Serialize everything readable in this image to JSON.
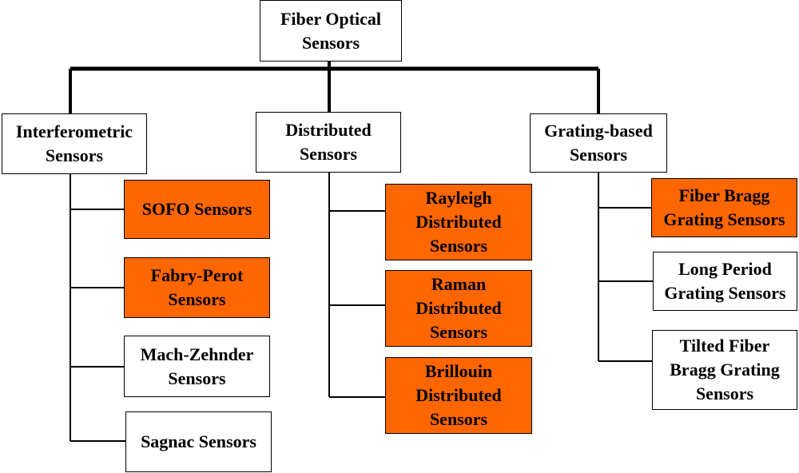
{
  "colors": {
    "highlight": "#ff6600",
    "plain": "#ffffff",
    "line": "#000000"
  },
  "diagram": {
    "root": {
      "label": "Fiber Optical\nSensors"
    },
    "categories": [
      {
        "label": "Interferometric\nSensors",
        "children": [
          {
            "label": "SOFO Sensors",
            "highlighted": true
          },
          {
            "label": "Fabry-Perot\nSensors",
            "highlighted": true
          },
          {
            "label": "Mach-Zehnder\nSensors",
            "highlighted": false
          },
          {
            "label": "Sagnac Sensors",
            "highlighted": false
          }
        ]
      },
      {
        "label": "Distributed\nSensors",
        "children": [
          {
            "label": "Rayleigh\nDistributed\nSensors",
            "highlighted": true
          },
          {
            "label": "Raman\nDistributed\nSensors",
            "highlighted": true
          },
          {
            "label": "Brillouin\nDistributed\nSensors",
            "highlighted": true
          }
        ]
      },
      {
        "label": "Grating-based\nSensors",
        "children": [
          {
            "label": "Fiber Bragg\nGrating Sensors",
            "highlighted": true
          },
          {
            "label": "Long Period\nGrating Sensors",
            "highlighted": false
          },
          {
            "label": "Tilted Fiber\nBragg Grating\nSensors",
            "highlighted": false
          }
        ]
      }
    ]
  }
}
